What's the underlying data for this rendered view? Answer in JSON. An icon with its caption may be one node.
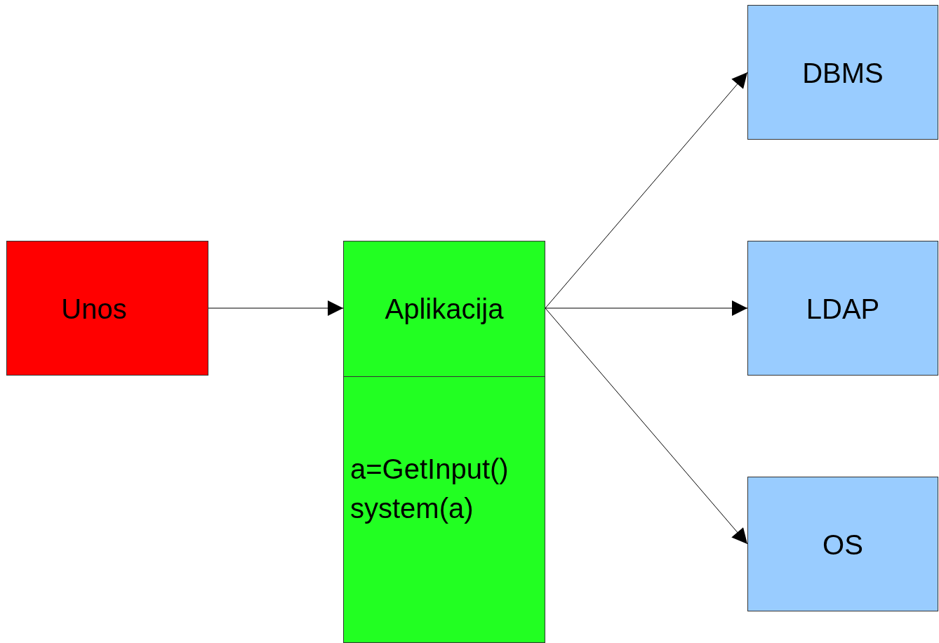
{
  "diagram": {
    "nodes": [
      {
        "text": [
          "Unos"
        ]
      },
      {
        "text": [
          "Aplikacija",
          "a=GetInput() system(a)"
        ]
      },
      {
        "text": [
          "DBMS"
        ]
      },
      {
        "text": [
          "LDAP"
        ]
      },
      {
        "text": [
          "OS"
        ]
      }
    ],
    "edges": [
      {
        "from": 0,
        "to": 1,
        "arrow": "to"
      },
      {
        "from": 1,
        "to": 2,
        "arrow": "to"
      },
      {
        "from": 1,
        "to": 3,
        "arrow": "to"
      },
      {
        "from": 1,
        "to": 4,
        "arrow": "to"
      }
    ]
  }
}
